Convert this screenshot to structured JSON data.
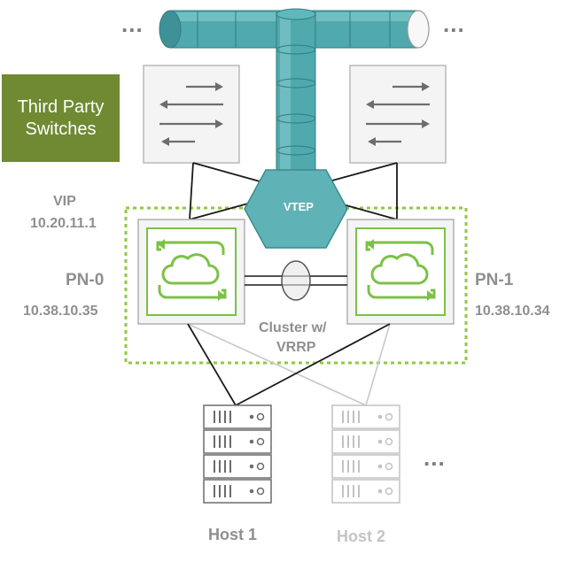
{
  "third_party": {
    "label": "Third Party Switches"
  },
  "vip": {
    "title": "VIP",
    "address": "10.20.11.1"
  },
  "pn0": {
    "name": "PN-0",
    "address": "10.38.10.35"
  },
  "pn1": {
    "name": "PN-1",
    "address": "10.38.10.34"
  },
  "vtep": {
    "label": "VTEP"
  },
  "cluster": {
    "line1": "Cluster w/",
    "line2": "VRRP"
  },
  "hosts": [
    {
      "label": "Host 1"
    },
    {
      "label": "Host 2"
    }
  ],
  "ellipsis": "...",
  "colors": {
    "pipe": "#4fa9ad",
    "hex": "#5fb3b6",
    "cluster_border": "#8ecb3c",
    "switch_icon": "#7cc146",
    "third_party_bg": "#6f8a32",
    "labels": "#8f8f8f",
    "faded": "#c4c4c4"
  }
}
